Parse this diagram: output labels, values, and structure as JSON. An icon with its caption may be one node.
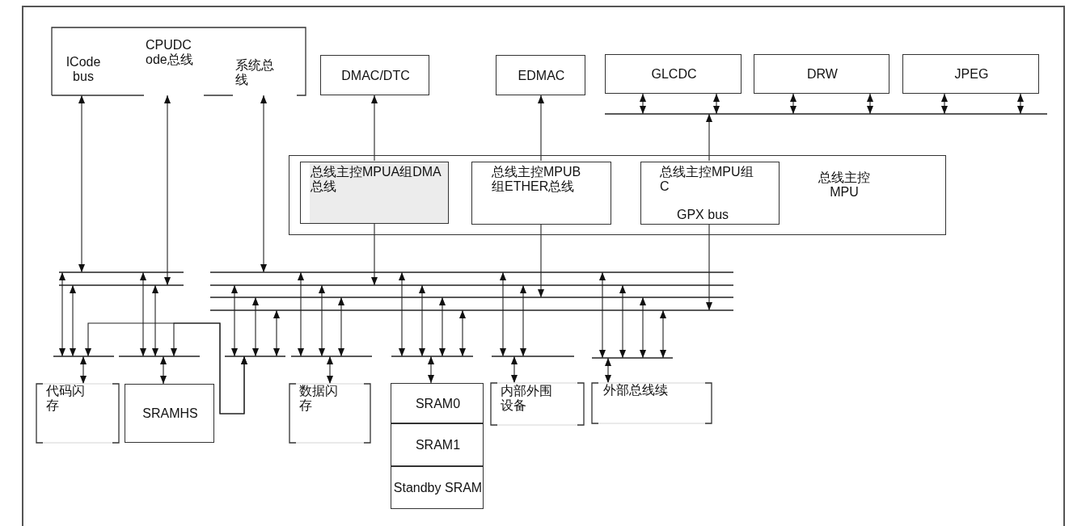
{
  "diagram": {
    "nodes": [
      {
        "text": [
          "ICode bus",
          "CPUDCode总线",
          "系统总线"
        ]
      },
      {
        "text": [
          "DMAC/DTC"
        ]
      },
      {
        "text": [
          "EDMAC"
        ]
      },
      {
        "text": [
          "GLCDC"
        ]
      },
      {
        "text": [
          "DRW"
        ]
      },
      {
        "text": [
          "JPEG"
        ]
      },
      {
        "text": [],
        "shape": "bar"
      },
      {
        "text": [
          "总线主控MPU"
        ]
      },
      {
        "text": [
          "总线主控MPUA组DMA总线"
        ],
        "in": 7
      },
      {
        "text": [
          "总线主控MPUB组ETHER总线"
        ],
        "in": 7
      },
      {
        "text": [
          "总线主控MPU组C",
          "GPX bus"
        ],
        "in": 7
      },
      {
        "text": [],
        "shape": "bar"
      },
      {
        "text": [],
        "shape": "bar"
      },
      {
        "text": [],
        "shape": "bar"
      },
      {
        "text": [],
        "shape": "bar"
      },
      {
        "text": [],
        "shape": "bar"
      },
      {
        "text": [],
        "shape": "bar"
      },
      {
        "text": [],
        "shape": "bar"
      },
      {
        "text": [],
        "shape": "bar"
      },
      {
        "text": [],
        "shape": "bar"
      },
      {
        "text": [],
        "shape": "bar"
      },
      {
        "text": [],
        "shape": "bar"
      },
      {
        "text": [],
        "shape": "bar"
      },
      {
        "text": [],
        "shape": "bar"
      },
      {
        "text": [
          "代码闪存"
        ]
      },
      {
        "text": [
          "SRAMHS"
        ]
      },
      {
        "text": [
          "数据闪存"
        ]
      },
      {
        "text": [
          "SRAM0"
        ]
      },
      {
        "text": [
          "SRAM1"
        ]
      },
      {
        "text": [
          "Standby SRAM"
        ]
      },
      {
        "text": [
          "内部外围设备"
        ]
      },
      {
        "text": [
          "外部总线续"
        ]
      }
    ],
    "edges": [
      {
        "from": 0,
        "to": 11,
        "arrow": "both"
      },
      {
        "from": 0,
        "to": 12,
        "arrow": "both"
      },
      {
        "from": 0,
        "to": 13,
        "arrow": "both"
      },
      {
        "from": 8,
        "to": 1,
        "arrow": "to"
      },
      {
        "from": 8,
        "to": 14,
        "arrow": "to"
      },
      {
        "from": 9,
        "to": 2,
        "arrow": "to"
      },
      {
        "from": 9,
        "to": 15,
        "arrow": "to"
      },
      {
        "from": 10,
        "to": 6,
        "arrow": "to"
      },
      {
        "from": 10,
        "to": 16,
        "arrow": "to"
      },
      {
        "from": 3,
        "to": 6,
        "arrow": "both"
      },
      {
        "from": 3,
        "to": 6,
        "arrow": "both"
      },
      {
        "from": 4,
        "to": 6,
        "arrow": "both"
      },
      {
        "from": 4,
        "to": 6,
        "arrow": "both"
      },
      {
        "from": 5,
        "to": 6,
        "arrow": "both"
      },
      {
        "from": 5,
        "to": 6,
        "arrow": "both"
      },
      {
        "from": 11,
        "to": 17,
        "arrow": "both"
      },
      {
        "from": 12,
        "to": 17,
        "arrow": "both"
      },
      {
        "from": 11,
        "to": 18,
        "arrow": "both"
      },
      {
        "from": 12,
        "to": 18,
        "arrow": "both"
      },
      {
        "from": 19,
        "to": 17,
        "arrow": "both"
      },
      {
        "from": 19,
        "to": 18,
        "arrow": "both"
      },
      {
        "from": 14,
        "to": 19,
        "arrow": "both"
      },
      {
        "from": 15,
        "to": 19,
        "arrow": "both"
      },
      {
        "from": 16,
        "to": 19,
        "arrow": "both"
      },
      {
        "from": 13,
        "to": 20,
        "arrow": "both"
      },
      {
        "from": 14,
        "to": 20,
        "arrow": "both"
      },
      {
        "from": 15,
        "to": 20,
        "arrow": "both"
      },
      {
        "from": 13,
        "to": 21,
        "arrow": "both"
      },
      {
        "from": 14,
        "to": 21,
        "arrow": "both"
      },
      {
        "from": 15,
        "to": 21,
        "arrow": "both"
      },
      {
        "from": 16,
        "to": 21,
        "arrow": "both"
      },
      {
        "from": 13,
        "to": 22,
        "arrow": "both"
      },
      {
        "from": 14,
        "to": 22,
        "arrow": "both"
      },
      {
        "from": 13,
        "to": 23,
        "arrow": "both"
      },
      {
        "from": 14,
        "to": 23,
        "arrow": "both"
      },
      {
        "from": 15,
        "to": 23,
        "arrow": "both"
      },
      {
        "from": 16,
        "to": 23,
        "arrow": "both"
      },
      {
        "from": 17,
        "to": 24,
        "arrow": "both"
      },
      {
        "from": 18,
        "to": 25,
        "arrow": "both"
      },
      {
        "from": 20,
        "to": 26,
        "arrow": "both"
      },
      {
        "from": 21,
        "to": 27,
        "arrow": "both"
      },
      {
        "from": 22,
        "to": 30,
        "arrow": "both"
      },
      {
        "from": 23,
        "to": 31,
        "arrow": "both"
      }
    ]
  }
}
